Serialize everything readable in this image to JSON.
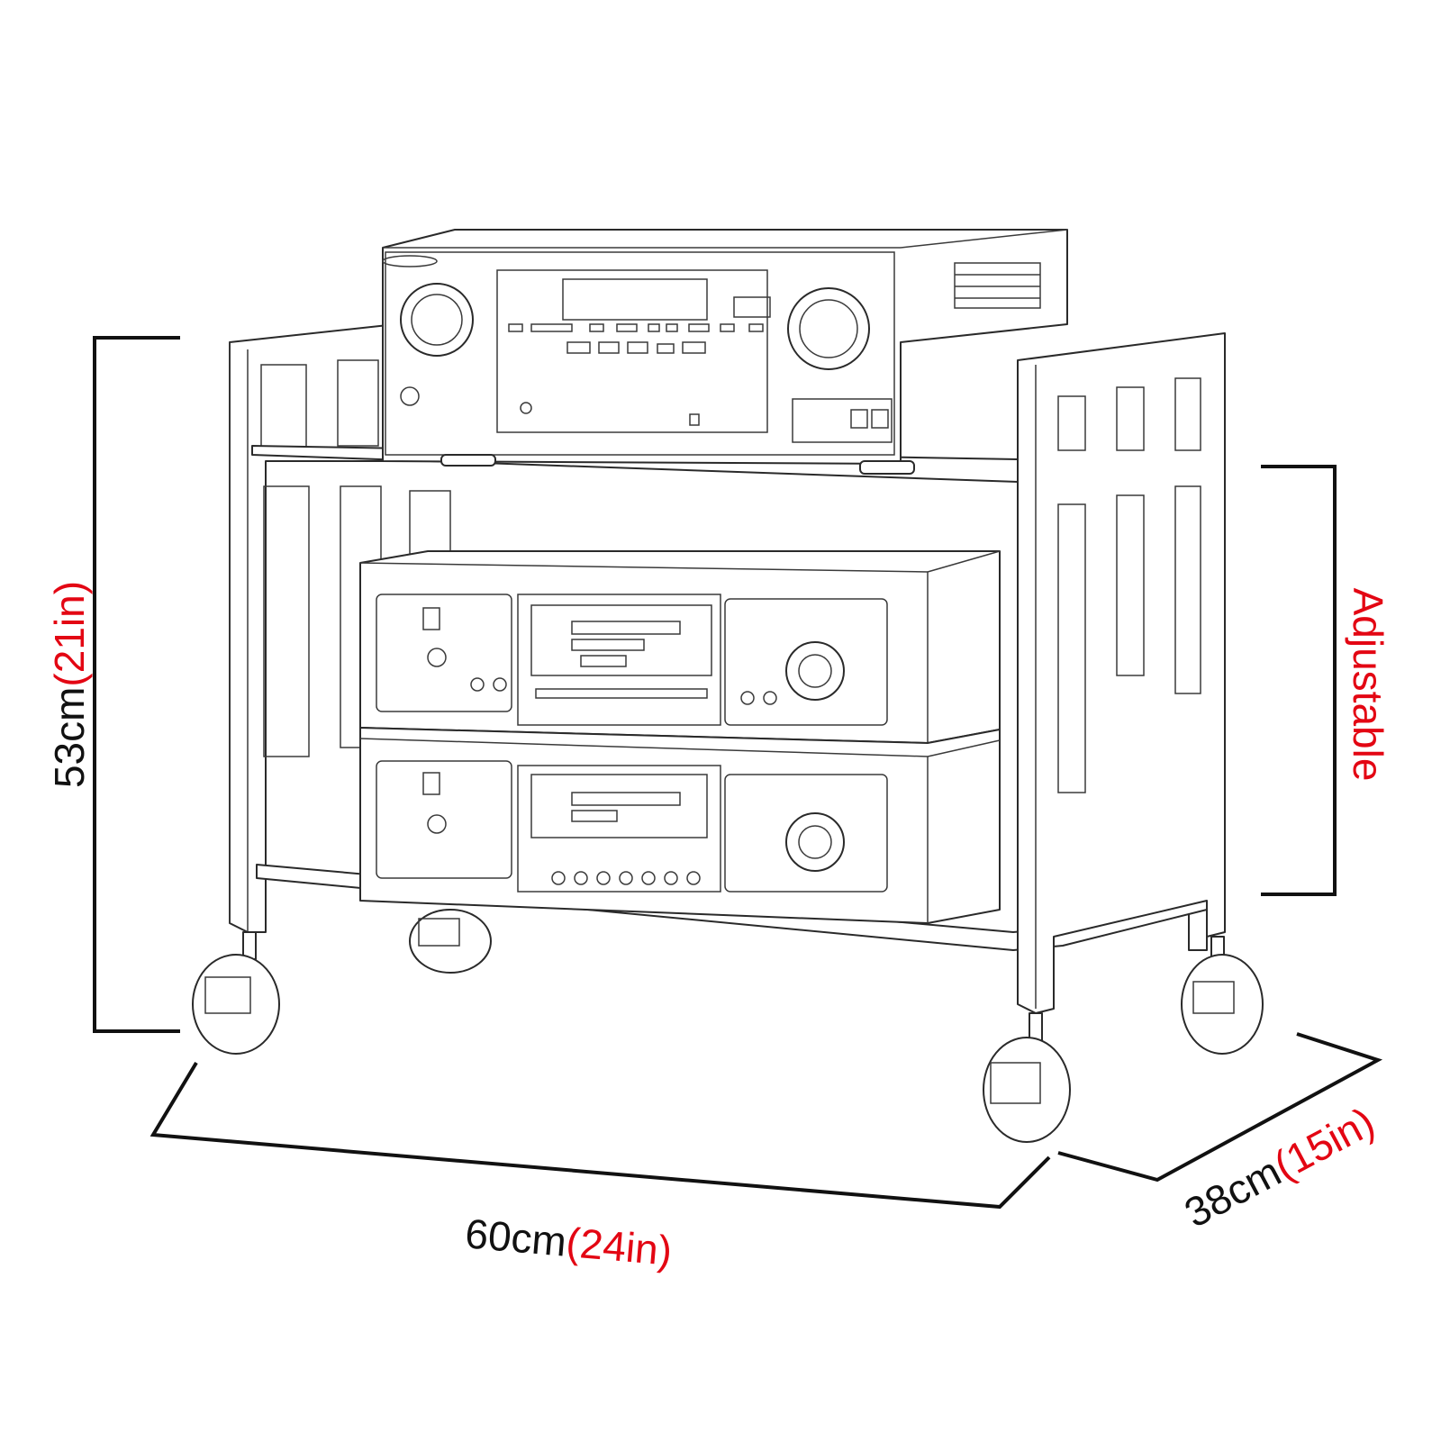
{
  "colors": {
    "metric": "#111111",
    "imperial": "#e30613",
    "line": "#2a2a2a"
  },
  "dimensions": {
    "height": {
      "metric": "53cm",
      "imperial": "(21in)"
    },
    "width": {
      "metric": "60cm",
      "imperial": "(24in)"
    },
    "depth": {
      "metric": "38cm",
      "imperial": "(15in)"
    },
    "adjustable_label": "Adjustable"
  }
}
